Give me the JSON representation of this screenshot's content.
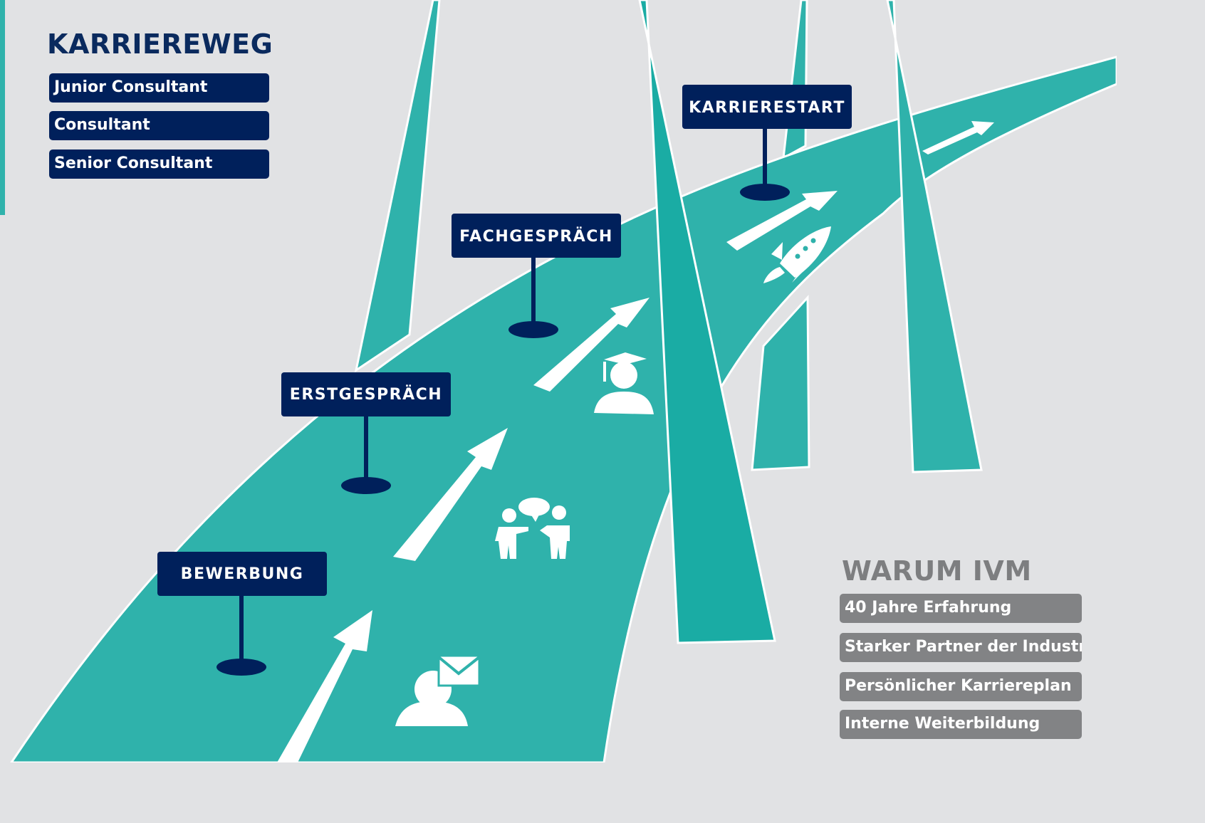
{
  "karriereweg": {
    "title": "KARRIEREWEG",
    "levels": [
      "Junior Consultant",
      "Consultant",
      "Senior Consultant"
    ]
  },
  "milestones": [
    {
      "label": "BEWERBUNG",
      "icon": "person-mail-icon"
    },
    {
      "label": "ERSTGESPRÄCH",
      "icon": "conversation-icon"
    },
    {
      "label": "FACHGESPRÄCH",
      "icon": "graduate-icon"
    },
    {
      "label": "KARRIERESTART",
      "icon": "rocket-icon"
    }
  ],
  "warum": {
    "title": "WARUM IVM",
    "reasons": [
      "40 Jahre Erfahrung",
      "Starker Partner der Industrie",
      "Persönlicher Karriereplan",
      "Interne Weiterbildung"
    ]
  },
  "colors": {
    "background": "#e1e2e4",
    "road": "#2fb2ab",
    "road_dark": "#1aaca4",
    "navy": "#00205b",
    "grey": "#828385",
    "heading_navy": "#0a2a5e",
    "heading_grey": "#7d7e80"
  }
}
